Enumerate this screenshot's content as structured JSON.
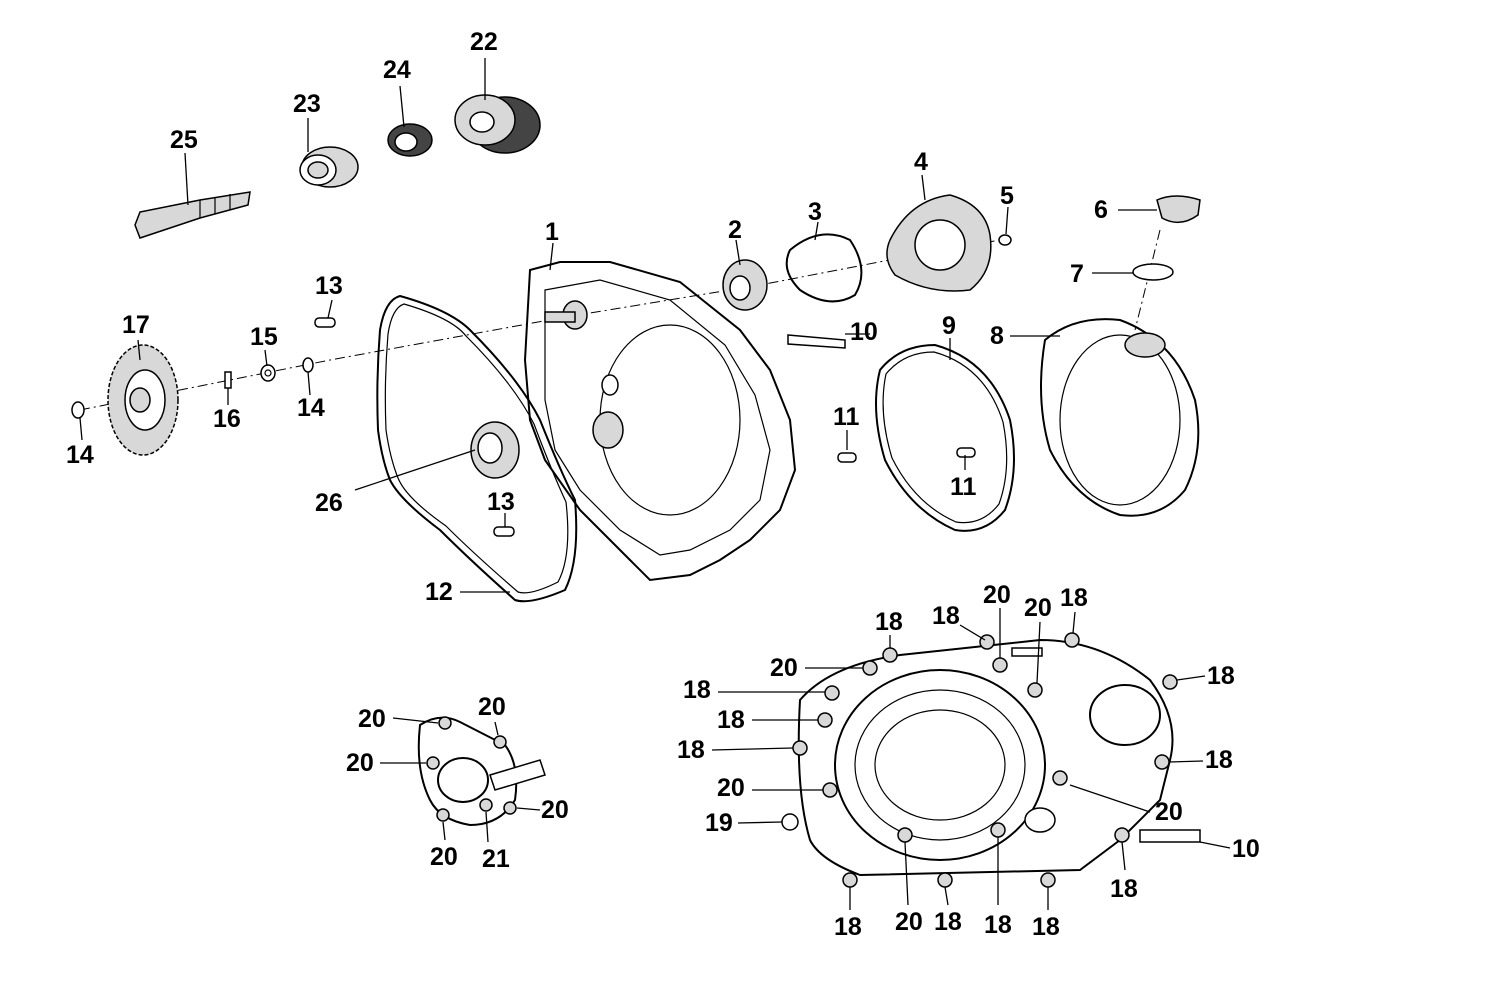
{
  "callouts": [
    {
      "id": "c1",
      "label": "1"
    },
    {
      "id": "c2",
      "label": "2"
    },
    {
      "id": "c3",
      "label": "3"
    },
    {
      "id": "c4",
      "label": "4"
    },
    {
      "id": "c5",
      "label": "5"
    },
    {
      "id": "c6",
      "label": "6"
    },
    {
      "id": "c7",
      "label": "7"
    },
    {
      "id": "c8",
      "label": "8"
    },
    {
      "id": "c9",
      "label": "9"
    },
    {
      "id": "c10a",
      "label": "10"
    },
    {
      "id": "c10b",
      "label": "10"
    },
    {
      "id": "c11a",
      "label": "11"
    },
    {
      "id": "c11b",
      "label": "11"
    },
    {
      "id": "c12",
      "label": "12"
    },
    {
      "id": "c13a",
      "label": "13"
    },
    {
      "id": "c13b",
      "label": "13"
    },
    {
      "id": "c14a",
      "label": "14"
    },
    {
      "id": "c14b",
      "label": "14"
    },
    {
      "id": "c15",
      "label": "15"
    },
    {
      "id": "c16",
      "label": "16"
    },
    {
      "id": "c17",
      "label": "17"
    },
    {
      "id": "c18",
      "label": "18"
    },
    {
      "id": "c19",
      "label": "19"
    },
    {
      "id": "c20",
      "label": "20"
    },
    {
      "id": "c21",
      "label": "21"
    },
    {
      "id": "c22",
      "label": "22"
    },
    {
      "id": "c23",
      "label": "23"
    },
    {
      "id": "c24",
      "label": "24"
    },
    {
      "id": "c25",
      "label": "25"
    },
    {
      "id": "c26",
      "label": "26"
    }
  ],
  "bolt_label": "18",
  "washer_bolt_label": "20"
}
